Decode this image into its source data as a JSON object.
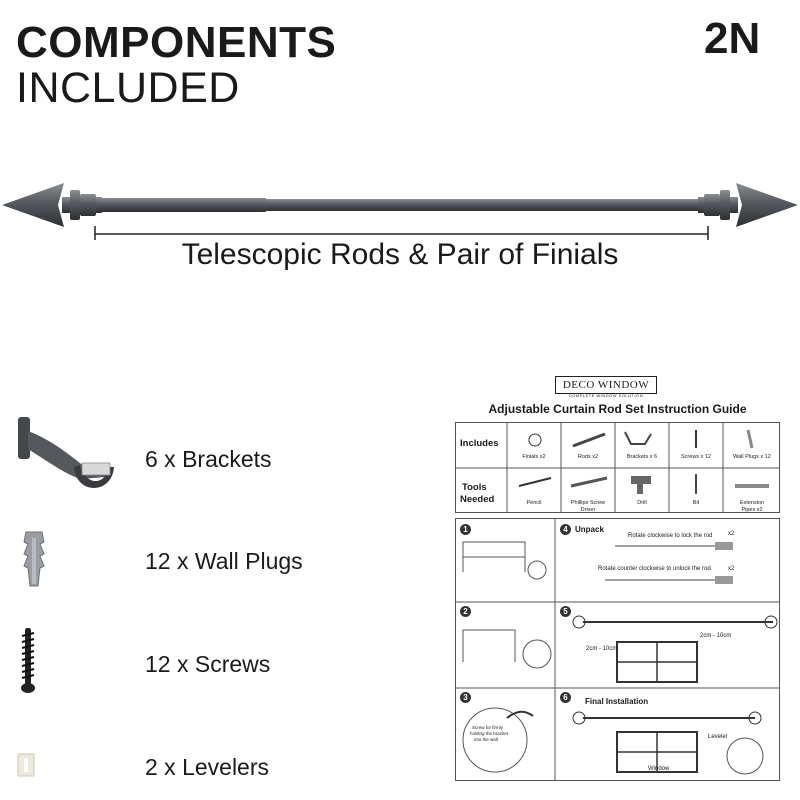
{
  "header": {
    "title_line1": "COMPONENTS",
    "title_line2": "INCLUDED",
    "badge": "2N"
  },
  "rod": {
    "label": "Telescopic Rods & Pair of Finials"
  },
  "items": [
    {
      "label": "6 x Brackets",
      "icon": "bracket-icon"
    },
    {
      "label": "12 x Wall Plugs",
      "icon": "wall-plug-icon"
    },
    {
      "label": "12 x Screws",
      "icon": "screw-icon"
    },
    {
      "label": "2 x Levelers",
      "icon": "leveler-icon"
    }
  ],
  "guide": {
    "brand": "DECO WINDOW",
    "brand_sub": "COMPLETE WINDOW SOLUTION",
    "title": "Adjustable Curtain Rod Set Instruction Guide",
    "includes_label": "Includes",
    "includes": [
      "Finials x2",
      "Rods x2",
      "Brackets x 6",
      "Screws x 12",
      "Wall Plugs x 12"
    ],
    "tools_label_1": "Tools",
    "tools_label_2": "Needed",
    "tools": [
      "Pencil",
      "Phillips Screw",
      "Drill",
      "Bit",
      "Extension"
    ],
    "tools_line2": [
      "",
      "Driver",
      "",
      "",
      "Pipes x2"
    ],
    "steps": {
      "s1": "1",
      "s2": "2",
      "s3": "3",
      "s4": "4",
      "s5": "5",
      "s6": "6",
      "unpack": "Unpack",
      "lock": "Rotate clockwise to lock the rod",
      "unlock": "Rotate counter clockwise to unlock the rod",
      "x2a": "x2",
      "x2b": "x2",
      "dim1": "2cm - 10cm",
      "dim2": "2cm - 10cm",
      "final": "Final Installation",
      "leveler": "Leveler",
      "window": "Window",
      "screw_note_1": "Screw for firmly",
      "screw_note_2": "holding the bracket",
      "screw_note_3": "into the wall"
    }
  }
}
